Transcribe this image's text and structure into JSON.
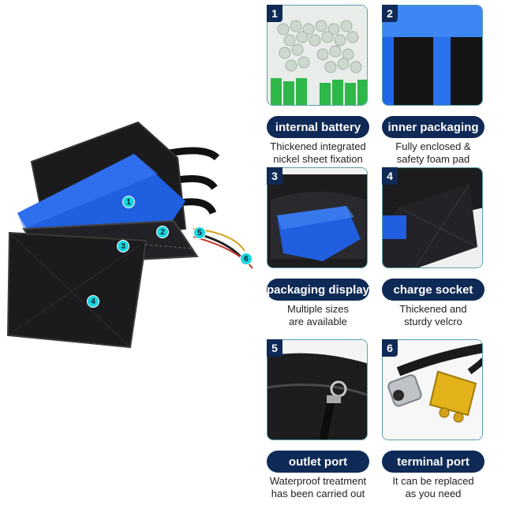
{
  "markers": [
    "1",
    "2",
    "3",
    "4",
    "5",
    "6"
  ],
  "features": [
    {
      "num": "1",
      "title": "internal battery",
      "desc": [
        "Thickened integrated",
        "nickel sheet fixation"
      ],
      "icon": "battery-cells-photo"
    },
    {
      "num": "2",
      "title": "inner packaging",
      "desc": [
        "Fully enclosed &",
        "safety foam pad"
      ],
      "icon": "foam-pad-photo"
    },
    {
      "num": "3",
      "title": "packaging display",
      "desc": [
        "Multiple sizes",
        "are available"
      ],
      "icon": "bag-open-photo"
    },
    {
      "num": "4",
      "title": "charge socket",
      "desc": [
        "Thickened and",
        "sturdy velcro"
      ],
      "icon": "velcro-flap-photo"
    },
    {
      "num": "5",
      "title": "outlet port",
      "desc": [
        "Waterproof treatment",
        "has been carried out"
      ],
      "icon": "zipper-port-photo"
    },
    {
      "num": "6",
      "title": "terminal port",
      "desc": [
        "It can be replaced",
        "as you need"
      ],
      "icon": "connector-plugs-photo"
    }
  ],
  "colors": {
    "navy": "#0f2a56",
    "marker": "#19d6e0",
    "battery_blue": "#1f5fe0",
    "bag_black": "#1b1b1e"
  }
}
